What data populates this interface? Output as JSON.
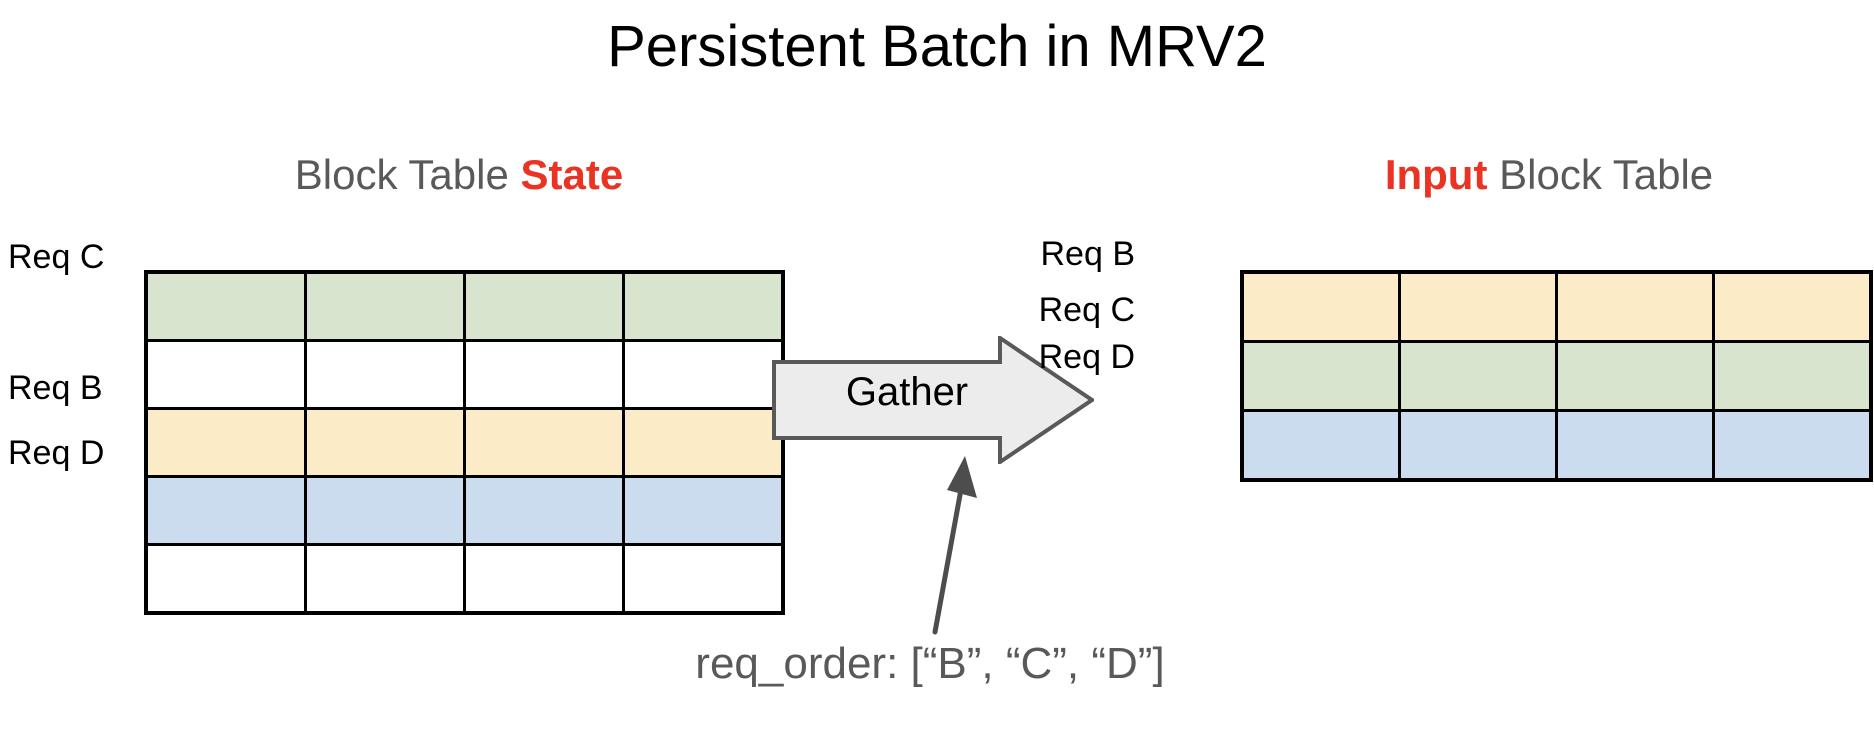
{
  "title": "Persistent Batch in MRV2",
  "colors": {
    "accent_red": "#ea3323",
    "heading_gray": "#595959",
    "green": "#d8e4cd",
    "yellow": "#fbecc7",
    "blue": "#cadcee",
    "white": "#ffffff",
    "border": "#000000",
    "arrow_fill": "#ececec",
    "arrow_stroke": "#595959"
  },
  "left_panel": {
    "heading_prefix": "Block Table ",
    "heading_accent": "State",
    "row_labels": [
      {
        "label": "Req C",
        "row_index": 0
      },
      {
        "label": "Req B",
        "row_index": 2
      },
      {
        "label": "Req D",
        "row_index": 3
      }
    ],
    "table": {
      "columns": 4,
      "rows": [
        {
          "name": "Req C",
          "fill": "#d8e4cd"
        },
        {
          "name": "",
          "fill": "#ffffff"
        },
        {
          "name": "Req B",
          "fill": "#fbecc7"
        },
        {
          "name": "Req D",
          "fill": "#cadcee"
        },
        {
          "name": "",
          "fill": "#ffffff"
        }
      ]
    }
  },
  "middle": {
    "arrow_label": "Gather",
    "caption": "req_order: [“B”, “C”, “D”]"
  },
  "right_panel": {
    "heading_accent": "Input",
    "heading_suffix": " Block Table",
    "row_labels": [
      {
        "label": "Req B",
        "row_index": 0
      },
      {
        "label": "Req C",
        "row_index": 1
      },
      {
        "label": "Req D",
        "row_index": 2
      }
    ],
    "table": {
      "columns": 4,
      "rows": [
        {
          "name": "Req B",
          "fill": "#fbecc7"
        },
        {
          "name": "Req C",
          "fill": "#d8e4cd"
        },
        {
          "name": "Req D",
          "fill": "#cadcee"
        }
      ]
    }
  }
}
